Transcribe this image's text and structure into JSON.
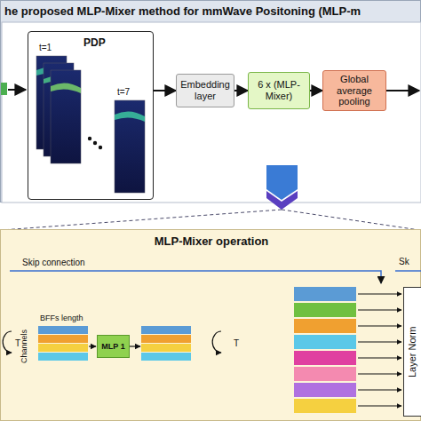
{
  "diagram": {
    "nodes": [
      {
        "text": [
          "he proposed MLP-Mixer method for mmWave Positoning (MLP-m"
        ]
      },
      {
        "text": [
          "PDP",
          "t=1",
          "t=7"
        ],
        "in": 0
      },
      {
        "text": [
          "Embedding layer"
        ],
        "in": 0
      },
      {
        "text": [
          "6 x (MLP-Mixer)"
        ],
        "in": 0
      },
      {
        "text": [
          "Global average pooling"
        ],
        "in": 0
      },
      {
        "text": [
          "MLP-Mixer operation"
        ]
      },
      {
        "text": [
          "MLP 1"
        ],
        "in": 5
      },
      {
        "text": [
          "Layer Norm"
        ],
        "in": 5
      }
    ],
    "edges": [
      {
        "from": 1,
        "to": 2,
        "arrow": "to"
      },
      {
        "from": 2,
        "to": 3,
        "arrow": "to"
      },
      {
        "from": 3,
        "to": 4,
        "arrow": "to"
      }
    ],
    "labels": [
      "Skip connection",
      "Sk",
      "BFFs length",
      "Channels",
      "T",
      "T"
    ]
  }
}
